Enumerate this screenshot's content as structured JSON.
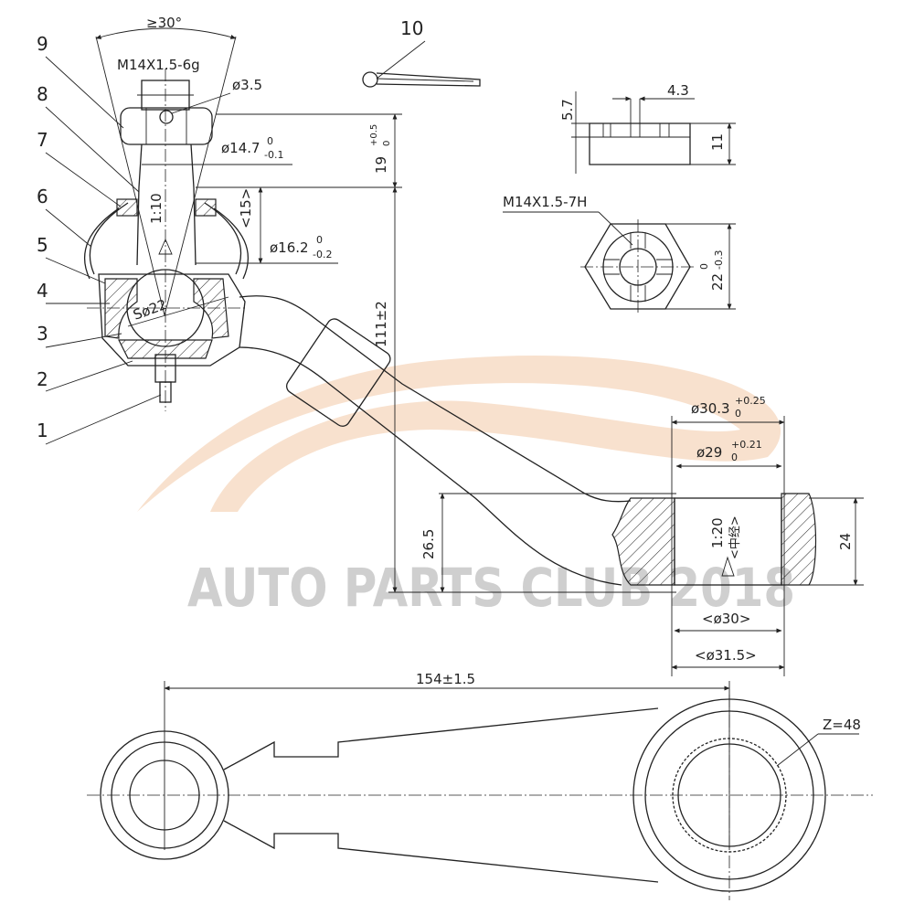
{
  "watermark": {
    "text": "AUTO PARTS CLUB 2018",
    "logo_color": "#f3c9a6",
    "text_color": "#c7c7c7"
  },
  "callouts": [
    "9",
    "8",
    "7",
    "6",
    "5",
    "4",
    "3",
    "2",
    "1",
    "10"
  ],
  "dimensions": {
    "angle": "≥30°",
    "thread_stud": "M14X1.5-6g",
    "pin_hole": "ø3.5",
    "d_14_7": "ø14.7",
    "d_14_7_tol": "-0.1",
    "d_14_7_upper": "0",
    "taper_1_10": "1:10",
    "len_15": "<15>",
    "d_16_2": "ø16.2",
    "d_16_2_upper": "0",
    "d_16_2_tol": "-0.2",
    "ball": "Sø22",
    "h_19": "19",
    "h_19_upper": "+0.5",
    "h_19_lower": "0",
    "h_111": "111±2",
    "h_26_5": "26.5",
    "nut_5_7": "5.7",
    "nut_4_3": "4.3",
    "nut_11": "11",
    "nut_thread": "M14X1.5-7H",
    "nut_22": "22",
    "nut_22_upper": "0",
    "nut_22_tol": "-0.3",
    "d_30_3": "ø30.3",
    "d_30_3_upper": "+0.25",
    "d_30_3_lower": "0",
    "d_29": "ø29",
    "d_29_upper": "+0.21",
    "d_29_lower": "0",
    "taper_1_20": "1:20",
    "mid_diam": "<中经>",
    "h_24": "24",
    "d_30": "<ø30>",
    "d_31_5": "<ø31.5>",
    "len_154": "154±1.5",
    "spline": "Z=48"
  }
}
